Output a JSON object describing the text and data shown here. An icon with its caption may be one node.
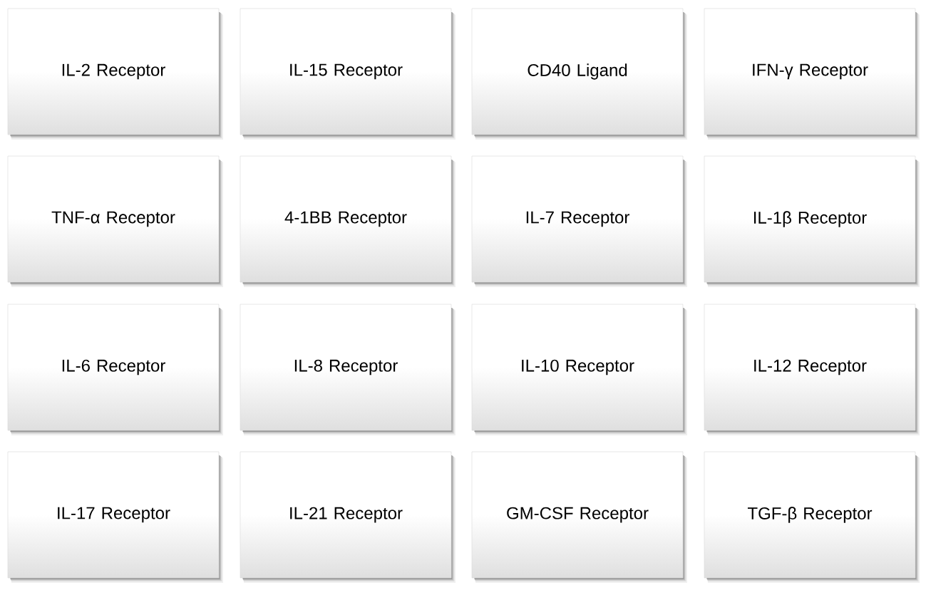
{
  "diagram": {
    "nodes": [
      {
        "text": [
          "IL-2 Receptor"
        ]
      },
      {
        "text": [
          "IL-15 Receptor"
        ]
      },
      {
        "text": [
          "CD40 Ligand"
        ]
      },
      {
        "text": [
          "IFN-γ Receptor"
        ]
      },
      {
        "text": [
          "TNF-α Receptor"
        ]
      },
      {
        "text": [
          "4-1BB Receptor"
        ]
      },
      {
        "text": [
          "IL-7 Receptor"
        ]
      },
      {
        "text": [
          "IL-1β Receptor"
        ]
      },
      {
        "text": [
          "IL-6 Receptor"
        ]
      },
      {
        "text": [
          "IL-8 Receptor"
        ]
      },
      {
        "text": [
          "IL-10 Receptor"
        ]
      },
      {
        "text": [
          "IL-12 Receptor"
        ]
      },
      {
        "text": [
          "IL-17 Receptor"
        ]
      },
      {
        "text": [
          "IL-21 Receptor"
        ]
      },
      {
        "text": [
          "GM-CSF Receptor"
        ]
      },
      {
        "text": [
          "TGF-β Receptor"
        ]
      }
    ]
  }
}
